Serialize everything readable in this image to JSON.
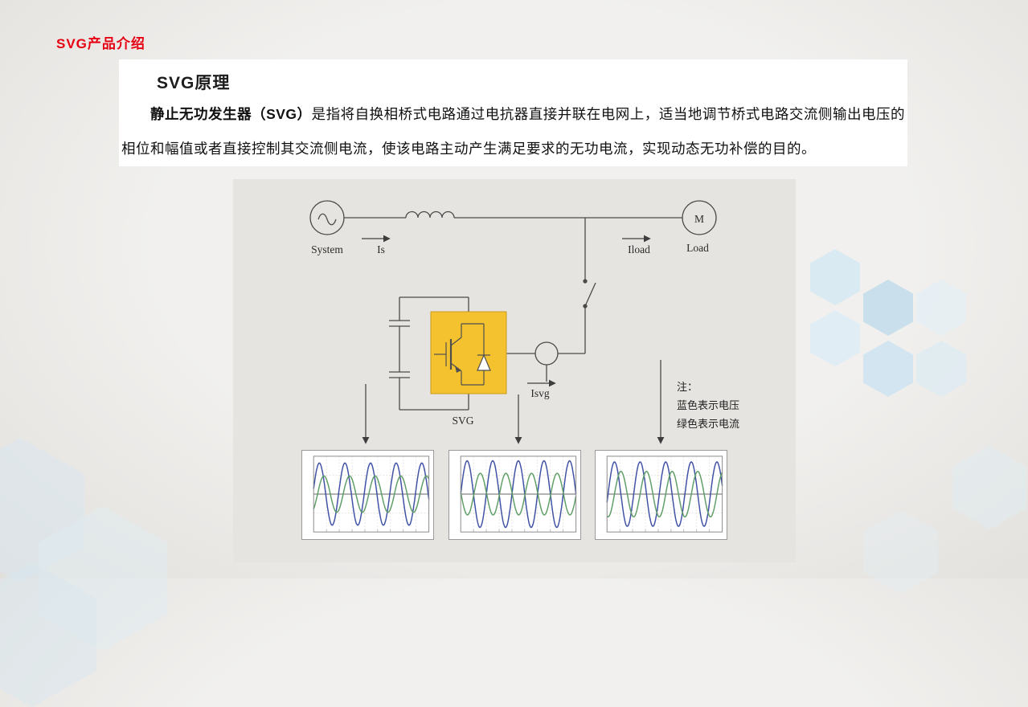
{
  "page": {
    "corner_tag": "SVG产品介绍"
  },
  "content": {
    "title": "SVG原理",
    "paragraph_bold": "静止无功发生器（SVG）",
    "paragraph_rest": "是指将自换相桥式电路通过电抗器直接并联在电网上，适当地调节桥式电路交流侧输出电压的相位和幅值或者直接控制其交流侧电流，使该电路主动产生满足要求的无功电流，实现动态无功补偿的目的。"
  },
  "diagram": {
    "system_label": "System",
    "is_label": "Is",
    "iload_label": "Iload",
    "motor_letter": "M",
    "load_label": "Load",
    "svg_label": "SVG",
    "isvg_label": "Isvg",
    "note": {
      "line1": "注：",
      "line2": "蓝色表示电压",
      "line3": "绿色表示电流"
    },
    "colors": {
      "converter_fill": "#f4c12f",
      "converter_border": "#c79a1f",
      "voltage_blue": "#3f51a5",
      "current_green": "#5f9e66",
      "wire_gray": "#4a4a4a"
    }
  },
  "chart_data": [
    {
      "type": "line",
      "grid": true,
      "ylim": [
        -1,
        1
      ],
      "legend": "none",
      "series": [
        {
          "name": "电压",
          "color": "#3f51a5",
          "amplitude": 0.82,
          "phase_deg": 10,
          "cycles": 4.5
        },
        {
          "name": "电流",
          "color": "#5f9e66",
          "amplitude": 0.48,
          "phase_deg": -55,
          "cycles": 4.5
        }
      ]
    },
    {
      "type": "line",
      "grid": true,
      "ylim": [
        -1,
        1
      ],
      "legend": "none",
      "series": [
        {
          "name": "电压",
          "color": "#3f51a5",
          "amplitude": 0.88,
          "phase_deg": 0,
          "cycles": 4.5
        },
        {
          "name": "电流",
          "color": "#5f9e66",
          "amplitude": 0.55,
          "phase_deg": 175,
          "cycles": 4.5
        }
      ]
    },
    {
      "type": "line",
      "grid": true,
      "ylim": [
        -1,
        1
      ],
      "legend": "none",
      "series": [
        {
          "name": "电压",
          "color": "#3f51a5",
          "amplitude": 0.85,
          "phase_deg": -15,
          "cycles": 4.5
        },
        {
          "name": "电流",
          "color": "#5f9e66",
          "amplitude": 0.6,
          "phase_deg": -105,
          "cycles": 4.5
        }
      ]
    }
  ]
}
